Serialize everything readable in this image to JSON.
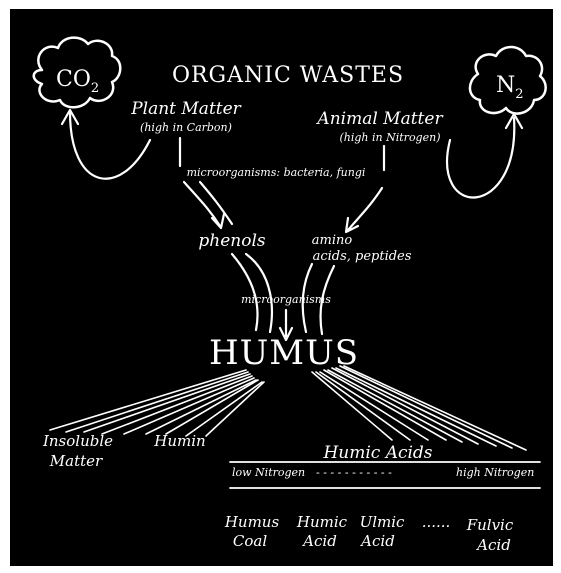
{
  "title": "ORGANIC WASTES",
  "clouds": {
    "left": {
      "formula": "CO",
      "subscript": "2"
    },
    "right": {
      "formula": "N",
      "subscript": "2"
    }
  },
  "sources": {
    "plant": {
      "label": "Plant Matter",
      "note": "(high in Carbon)"
    },
    "animal": {
      "label": "Animal Matter",
      "note": "(high in Nitrogen)"
    }
  },
  "process_top": "microorganisms: bacteria, fungi",
  "intermediates": {
    "phenols": "phenols",
    "amino_line1": "amino",
    "amino_line2": "acids, peptides"
  },
  "process_bottom": "microorganisms",
  "center": "HUMUS",
  "products": {
    "insoluble_line1": "Insoluble",
    "insoluble_line2": "Matter",
    "humin": "Humin",
    "humic_acids": "Humic Acids",
    "scale_low": "low Nitrogen",
    "scale_high": "high Nitrogen",
    "scale_dots": "- - - - - - - - - - -",
    "series": [
      {
        "line1": "Humus",
        "line2": "Coal"
      },
      {
        "line1": "Humic",
        "line2": "Acid"
      },
      {
        "line1": "Ulmic",
        "line2": "Acid"
      },
      {
        "line1": "Fulvic",
        "line2": "Acid"
      }
    ],
    "series_dots": "......"
  },
  "colors": {
    "background": "#000000",
    "chalk": "#ffffff"
  }
}
